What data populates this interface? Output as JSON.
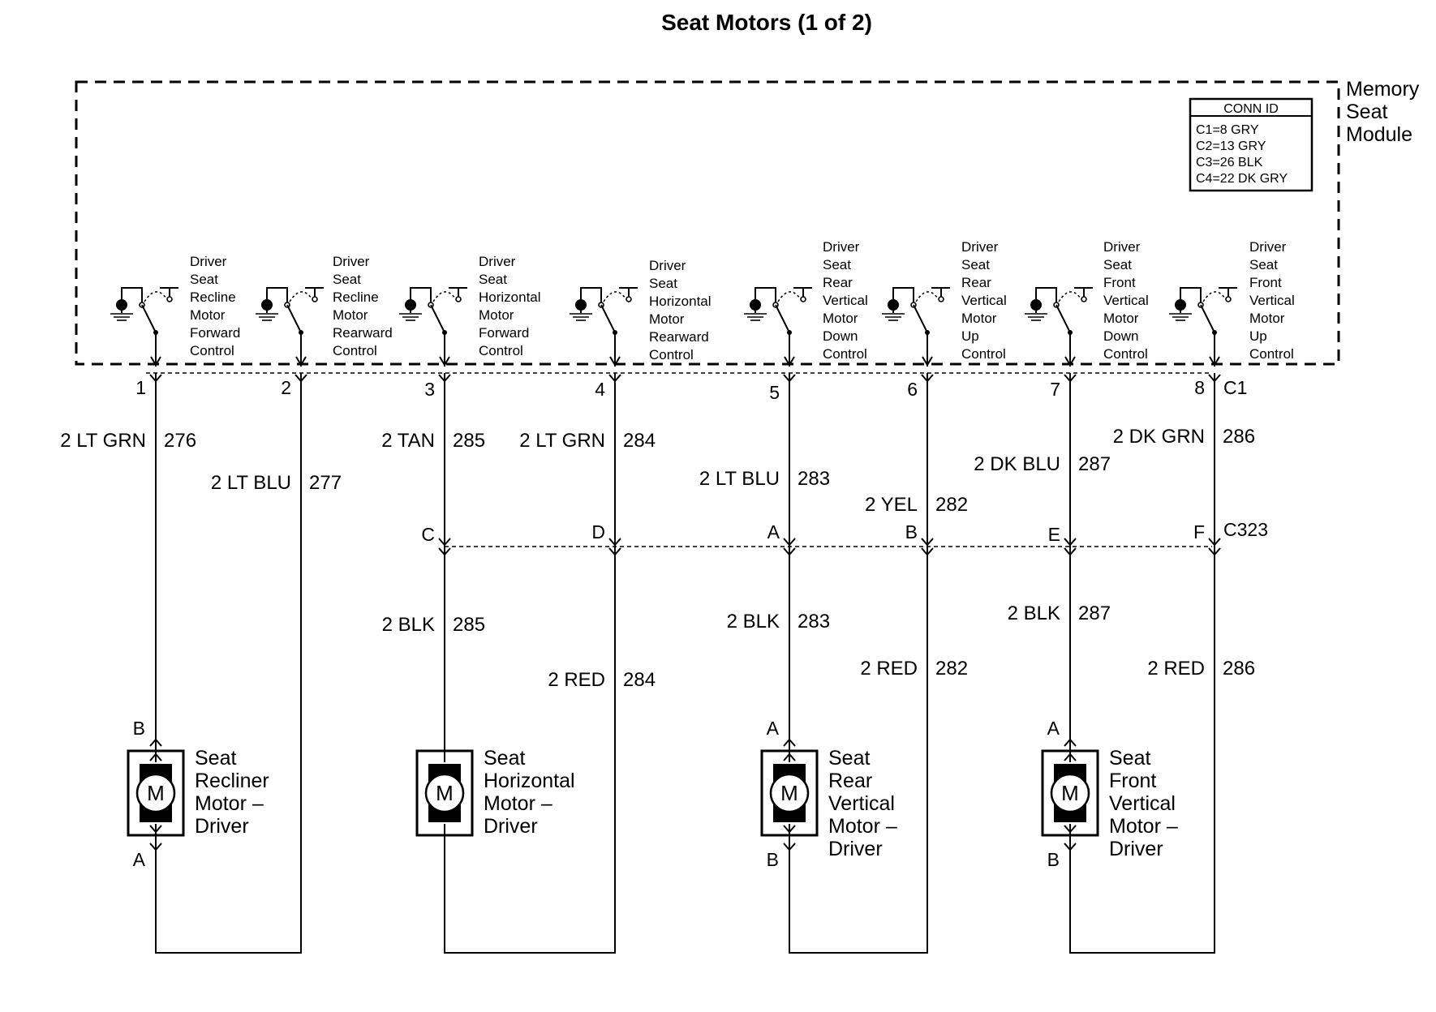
{
  "title": "Seat Motors (1 of 2)",
  "module": {
    "label_lines": [
      "Memory",
      "Seat",
      "Module"
    ],
    "conn_id": {
      "title": "CONN ID",
      "rows": [
        "C1=8 GRY",
        "C2=13 GRY",
        "C3=26 BLK",
        "C4=22 DK GRY"
      ]
    },
    "switches": [
      {
        "lines": [
          "Driver",
          "Seat",
          "Recline",
          "Motor",
          "Forward",
          "Control"
        ]
      },
      {
        "lines": [
          "Driver",
          "Seat",
          "Recline",
          "Motor",
          "Rearward",
          "Control"
        ]
      },
      {
        "lines": [
          "Driver",
          "Seat",
          "Horizontal",
          "Motor",
          "Forward",
          "Control"
        ]
      },
      {
        "lines": [
          "Driver",
          "Seat",
          "Horizontal",
          "Motor",
          "Rearward",
          "Control"
        ]
      },
      {
        "lines": [
          "Driver",
          "Seat",
          "Rear",
          "Vertical",
          "Motor",
          "Down",
          "Control"
        ]
      },
      {
        "lines": [
          "Driver",
          "Seat",
          "Rear",
          "Vertical",
          "Motor",
          "Up",
          "Control"
        ]
      },
      {
        "lines": [
          "Driver",
          "Seat",
          "Front",
          "Vertical",
          "Motor",
          "Down",
          "Control"
        ]
      },
      {
        "lines": [
          "Driver",
          "Seat",
          "Front",
          "Vertical",
          "Motor",
          "Up",
          "Control"
        ]
      }
    ]
  },
  "connector_c1": {
    "name": "C1",
    "pins": [
      "1",
      "2",
      "3",
      "4",
      "5",
      "6",
      "7",
      "8"
    ]
  },
  "upper_wires": [
    {
      "color": "2 LT GRN",
      "circuit": "276"
    },
    {
      "color": "2 LT BLU",
      "circuit": "277"
    },
    {
      "color": "2 TAN",
      "circuit": "285"
    },
    {
      "color": "2 LT GRN",
      "circuit": "284"
    },
    {
      "color": "2 LT BLU",
      "circuit": "283"
    },
    {
      "color": "2 YEL",
      "circuit": "282"
    },
    {
      "color": "2 DK BLU",
      "circuit": "287"
    },
    {
      "color": "2 DK GRN",
      "circuit": "286"
    }
  ],
  "connector_c323": {
    "name": "C323",
    "pins": [
      "C",
      "D",
      "A",
      "B",
      "E",
      "F"
    ]
  },
  "lower_wires": [
    {
      "color": "2 BLK",
      "circuit": "285"
    },
    {
      "color": "2 RED",
      "circuit": "284"
    },
    {
      "color": "2 BLK",
      "circuit": "283"
    },
    {
      "color": "2 RED",
      "circuit": "282"
    },
    {
      "color": "2 BLK",
      "circuit": "287"
    },
    {
      "color": "2 RED",
      "circuit": "286"
    }
  ],
  "motors": [
    {
      "symbol": "M",
      "lines": [
        "Seat",
        "Recliner",
        "Motor –",
        "Driver"
      ],
      "top_pin": "B",
      "bottom_pin": "A"
    },
    {
      "symbol": "M",
      "lines": [
        "Seat",
        "Horizontal",
        "Motor –",
        "Driver"
      ],
      "top_pin": "",
      "bottom_pin": ""
    },
    {
      "symbol": "M",
      "lines": [
        "Seat",
        "Rear",
        "Vertical",
        "Motor –",
        "Driver"
      ],
      "top_pin": "A",
      "bottom_pin": "B"
    },
    {
      "symbol": "M",
      "lines": [
        "Seat",
        "Front",
        "Vertical",
        "Motor –",
        "Driver"
      ],
      "top_pin": "A",
      "bottom_pin": "B"
    }
  ]
}
